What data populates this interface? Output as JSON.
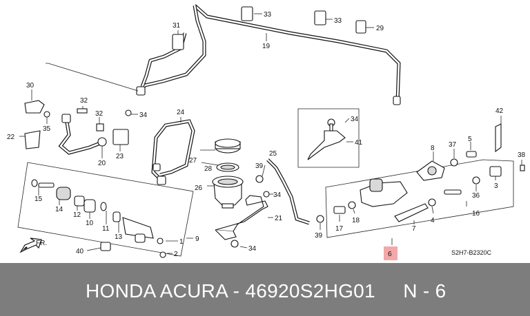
{
  "labels": {
    "l1": "1",
    "l2": "2",
    "l3": "3",
    "l4": "4",
    "l5": "5",
    "l6": "6",
    "l7": "7",
    "l8": "8",
    "l9": "9",
    "l10": "10",
    "l11": "11",
    "l12": "12",
    "l13": "13",
    "l14": "14",
    "l15": "15",
    "l16": "16",
    "l17": "17",
    "l18": "18",
    "l19": "19",
    "l20": "20",
    "l21": "21",
    "l22": "22",
    "l23": "23",
    "l24": "24",
    "l25": "25",
    "l26": "26",
    "l27": "27",
    "l28": "28",
    "l29": "29",
    "l30": "30",
    "l31": "31",
    "l32a": "32",
    "l32b": "32",
    "l33a": "33",
    "l33b": "33",
    "l34a": "34",
    "l34b": "34",
    "l34c": "34",
    "l34d": "34",
    "l35": "35",
    "l36": "36",
    "l37": "37",
    "l38": "38",
    "l39a": "39",
    "l39b": "39",
    "l40": "40",
    "l41": "41",
    "l42": "42"
  },
  "front_marker": "FR.",
  "diagram_code": "S2H7-B2320C",
  "footer": {
    "text": "HONDA ACURA - 46920S2HG01     N - 6"
  },
  "colors": {
    "footer_bg": "#7d7d7d",
    "highlight": "#f4a7a7"
  }
}
